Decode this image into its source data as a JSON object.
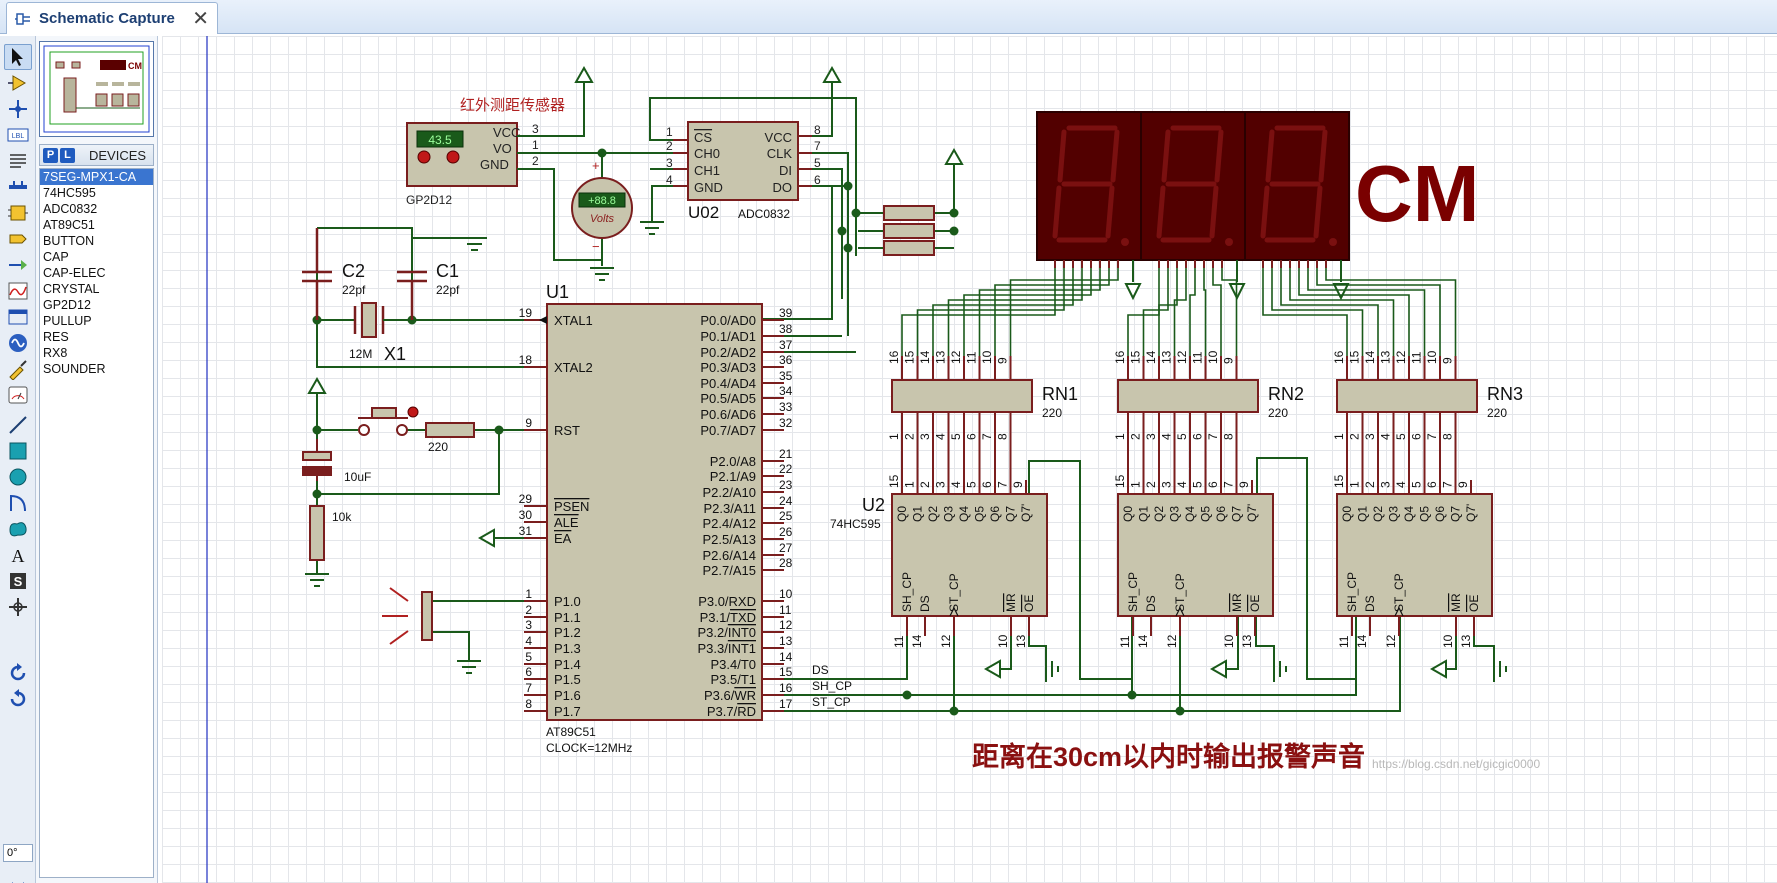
{
  "window": {
    "tab_label": "Schematic Capture",
    "rotation": "0°"
  },
  "devices": {
    "p_label": "P",
    "l_label": "L",
    "title": "DEVICES",
    "items": [
      "7SEG-MPX1-CA",
      "74HC595",
      "ADC0832",
      "AT89C51",
      "BUTTON",
      "CAP",
      "CAP-ELEC",
      "CRYSTAL",
      "GP2D12",
      "PULLUP",
      "RES",
      "RX8",
      "SOUNDER"
    ],
    "selected_index": 0
  },
  "toolbar": {
    "tools": [
      "selection-icon",
      "component-icon",
      "junction-dot-icon",
      "wire-label-icon",
      "text-script-icon",
      "bus-icon",
      "subcircuit-icon",
      "terminal-icon",
      "device-pin-icon",
      "graph-icon",
      "tape-recorder-icon",
      "generator-icon",
      "voltage-probe-icon",
      "virtual-instrument-icon",
      "line-icon",
      "box-icon",
      "circle-icon",
      "arc-icon",
      "path-icon",
      "text-icon",
      "symbol-icon",
      "marker-icon",
      "rotate-cw-icon",
      "rotate-ccw-icon",
      "mirror-horizontal-icon",
      "mirror-vertical-icon"
    ],
    "active": "selection-icon"
  },
  "schematic": {
    "sensor": {
      "caption": "红外测距传感器",
      "lcd_value": "43.5",
      "name": "GP2D12",
      "pins": [
        "VCC",
        "VO",
        "GND"
      ],
      "pin_numbers": [
        "3",
        "1",
        "2"
      ]
    },
    "voltmeter": {
      "reading": "+88.8",
      "unit": "Volts",
      "plus": "+",
      "minus": "−"
    },
    "adc": {
      "ref": "U02",
      "part": "ADC0832",
      "left_pins": [
        "CS",
        "CH0",
        "CH1",
        "GND"
      ],
      "left_numbers": [
        "1",
        "2",
        "3",
        "4"
      ],
      "right_pins": [
        "VCC",
        "CLK",
        "DI",
        "DO"
      ],
      "right_numbers": [
        "8",
        "7",
        "5",
        "6"
      ]
    },
    "caps": {
      "c2_ref": "C2",
      "c2_value": "22pf",
      "c1_ref": "C1",
      "c1_value": "22pf",
      "c3_value": "10uF"
    },
    "crystal": {
      "ref": "X1",
      "value": "12M"
    },
    "resistors": {
      "reset": "220",
      "pulldown": "10k"
    },
    "mcu": {
      "ref": "U1",
      "part": "AT89C51",
      "clock": "CLOCK=12MHz",
      "left_pins": [
        {
          "num": "19",
          "name": "XTAL1"
        },
        {
          "num": "18",
          "name": "XTAL2"
        },
        {
          "num": "9",
          "name": "RST"
        },
        {
          "num": "29",
          "name": "PSEN"
        },
        {
          "num": "30",
          "name": "ALE"
        },
        {
          "num": "31",
          "name": "EA"
        },
        {
          "num": "1",
          "name": "P1.0"
        },
        {
          "num": "2",
          "name": "P1.1"
        },
        {
          "num": "3",
          "name": "P1.2"
        },
        {
          "num": "4",
          "name": "P1.3"
        },
        {
          "num": "5",
          "name": "P1.4"
        },
        {
          "num": "6",
          "name": "P1.5"
        },
        {
          "num": "7",
          "name": "P1.6"
        },
        {
          "num": "8",
          "name": "P1.7"
        }
      ],
      "right_pins": [
        {
          "num": "39",
          "name": "P0.0/AD0"
        },
        {
          "num": "38",
          "name": "P0.1/AD1"
        },
        {
          "num": "37",
          "name": "P0.2/AD2"
        },
        {
          "num": "36",
          "name": "P0.3/AD3"
        },
        {
          "num": "35",
          "name": "P0.4/AD4"
        },
        {
          "num": "34",
          "name": "P0.5/AD5"
        },
        {
          "num": "33",
          "name": "P0.6/AD6"
        },
        {
          "num": "32",
          "name": "P0.7/AD7"
        },
        {
          "num": "21",
          "name": "P2.0/A8"
        },
        {
          "num": "22",
          "name": "P2.1/A9"
        },
        {
          "num": "23",
          "name": "P2.2/A10"
        },
        {
          "num": "24",
          "name": "P2.3/A11"
        },
        {
          "num": "25",
          "name": "P2.4/A12"
        },
        {
          "num": "26",
          "name": "P2.5/A13"
        },
        {
          "num": "27",
          "name": "P2.6/A14"
        },
        {
          "num": "28",
          "name": "P2.7/A15"
        },
        {
          "num": "10",
          "name": "P3.0/RXD"
        },
        {
          "num": "11",
          "name": "P3.1/TXD"
        },
        {
          "num": "12",
          "name": "P3.2/INT0"
        },
        {
          "num": "13",
          "name": "P3.3/INT1"
        },
        {
          "num": "14",
          "name": "P3.4/T0"
        },
        {
          "num": "15",
          "name": "P3.5/T1"
        },
        {
          "num": "16",
          "name": "P3.6/WR"
        },
        {
          "num": "17",
          "name": "P3.7/RD"
        }
      ]
    },
    "nets": [
      "DS",
      "SH_CP",
      "ST_CP"
    ],
    "rn": [
      {
        "ref": "RN1",
        "value": "220"
      },
      {
        "ref": "RN2",
        "value": "220"
      },
      {
        "ref": "RN3",
        "value": "220"
      }
    ],
    "rn_top_pins": [
      "16",
      "15",
      "14",
      "13",
      "12",
      "11",
      "10",
      "9"
    ],
    "rn_bot_pins": [
      "1",
      "2",
      "3",
      "4",
      "5",
      "6",
      "7",
      "8"
    ],
    "sr": {
      "ref": "U2",
      "part": "74HC595",
      "q_pins": [
        "Q0",
        "Q1",
        "Q2",
        "Q3",
        "Q4",
        "Q5",
        "Q6",
        "Q7",
        "Q7'"
      ],
      "q_numbers": [
        "15",
        "1",
        "2",
        "3",
        "4",
        "5",
        "6",
        "7",
        "9"
      ],
      "bottom_pins": [
        "SH_CP",
        "DS",
        "ST_CP",
        "MR",
        "OE"
      ],
      "bottom_numbers": [
        "11",
        "14",
        "12",
        "10",
        "13"
      ]
    },
    "display_unit": "CM",
    "caption": "距离在30cm以内时输出报警声音",
    "watermark": "https://blog.csdn.net/gicgic0000"
  }
}
